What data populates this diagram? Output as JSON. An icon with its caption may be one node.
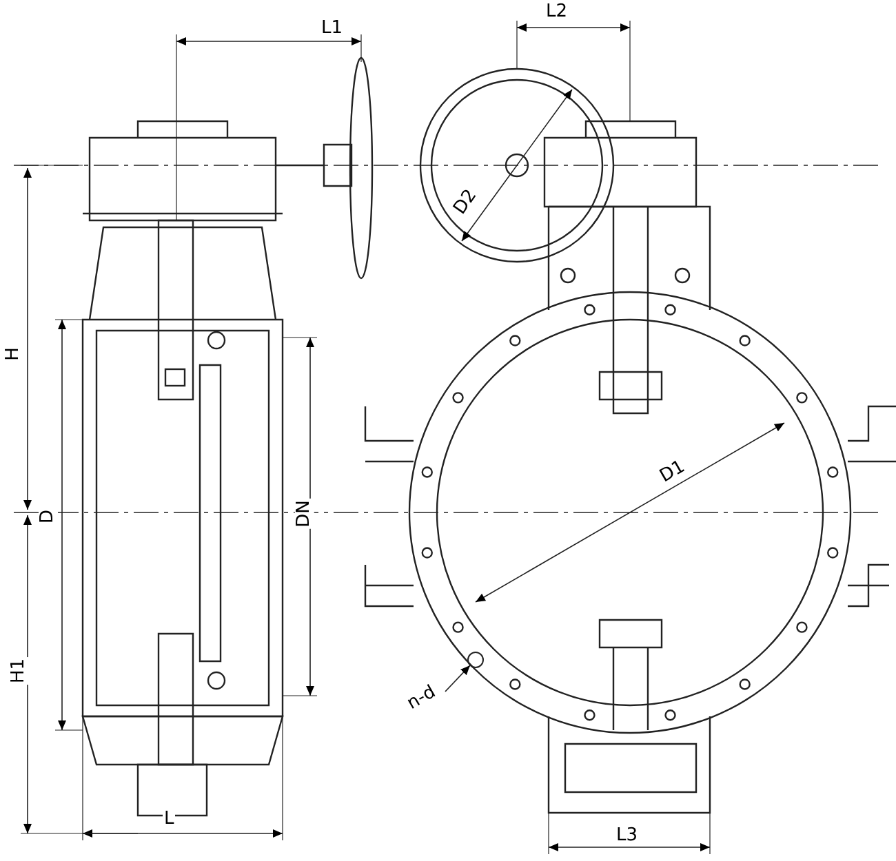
{
  "diagram": {
    "nodes": [
      {
        "text": [
          "n-d"
        ]
      },
      {
        "text": [],
        "shape": "circle"
      }
    ],
    "edges": [
      {
        "from": 0,
        "to": 1,
        "arrow": "to"
      }
    ],
    "labels": [
      "L2",
      "L1",
      "D2",
      "H",
      "D1",
      "D",
      "DN",
      "H1",
      "L",
      "L3"
    ]
  }
}
